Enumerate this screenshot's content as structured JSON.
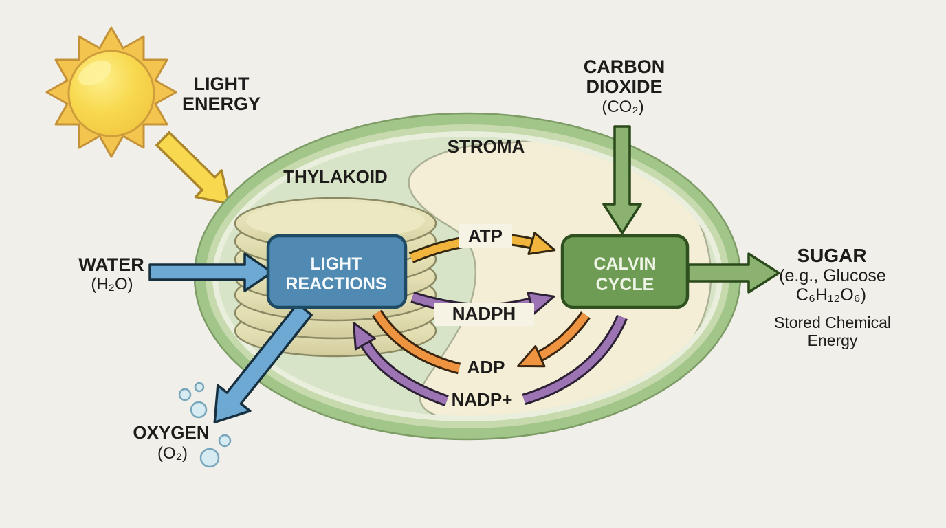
{
  "colors": {
    "background": "#f0efe9",
    "sun_body": "#f6cf45",
    "sun_rays": "#f4c54e",
    "light_arrow": "#f8d84e",
    "chloroplast_outer": "#a2c58a",
    "chloroplast_inner": "#d8e4c7",
    "stroma": "#f3eed5",
    "thylakoid": "#e3dfb3",
    "light_reactions_box": "#5089b2",
    "calvin_cycle_box": "#6f9c55",
    "water_oxygen_arrow": "#6ea9d4",
    "co2_sugar_arrow": "#8bb271",
    "atp": "#f1b53e",
    "adp": "#ee9340",
    "nadph": "#9c73b3",
    "text": "#1d1c1a"
  },
  "sun": {
    "label_line1": "LIGHT",
    "label_line2": "ENERGY"
  },
  "chloroplast": {
    "thylakoid_label": "THYLAKOID",
    "stroma_label": "STROMA",
    "light_reactions_line1": "LIGHT",
    "light_reactions_line2": "REACTIONS",
    "calvin_cycle_line1": "CALVIN",
    "calvin_cycle_line2": "CYCLE"
  },
  "inputs": {
    "water_name": "WATER",
    "water_formula": "(H₂O)",
    "co2_line1": "CARBON",
    "co2_line2": "DIOXIDE",
    "co2_formula": "(CO₂)"
  },
  "outputs": {
    "oxygen_name": "OXYGEN",
    "oxygen_formula": "(O₂)",
    "sugar_name": "SUGAR",
    "sugar_detail_line1": "(e.g., Glucose",
    "sugar_detail_line2": "C₆H₁₂O₆)",
    "sugar_note_line1": "Stored Chemical",
    "sugar_note_line2": "Energy"
  },
  "energy_carriers": {
    "atp": "ATP",
    "nadph": "NADPH",
    "adp": "ADP",
    "nadp": "NADP+"
  }
}
